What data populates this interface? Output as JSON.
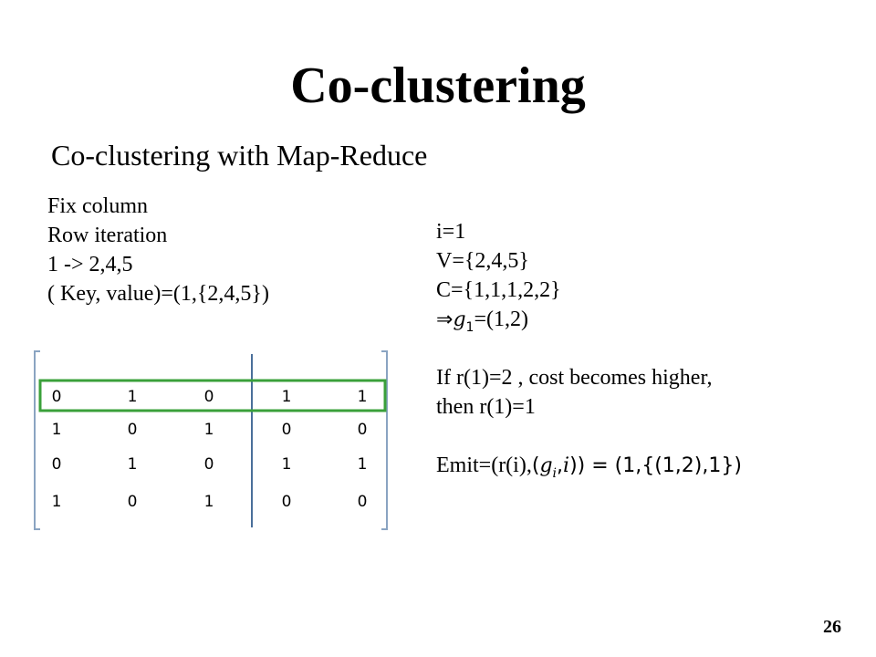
{
  "slide": {
    "title": "Co-clustering",
    "subtitle": "Co-clustering with Map-Reduce",
    "page_number": "26"
  },
  "left_text": {
    "line1": "Fix column",
    "line2": "Row iteration",
    "line3": "1 -> 2,4,5",
    "line4": "( Key, value)=(1,{2,4,5})"
  },
  "right_text": {
    "i_line": "i=1",
    "v_line": "V={2,4,5}",
    "c_line": "C={1,1,1,2,2}",
    "implies_symbol": "⇒",
    "g1_var": "g",
    "g1_sub": "1",
    "g1_value": "=(1,2)",
    "if_line": "If r(1)=2 , cost becomes higher,",
    "then_line": "then r(1)=1",
    "emit_prefix": "Emit=(r(i),",
    "emit_open_paren": "(",
    "emit_g": "g",
    "emit_sub": "i",
    "emit_comma": ",",
    "emit_i": "i",
    "emit_suffix": ")) = (1,{(1,2),1})"
  },
  "matrix": {
    "rows": [
      [
        "0",
        "1",
        "0",
        "1",
        "1"
      ],
      [
        "1",
        "0",
        "1",
        "0",
        "0"
      ],
      [
        "0",
        "1",
        "0",
        "1",
        "1"
      ],
      [
        "1",
        "0",
        "1",
        "0",
        "0"
      ]
    ],
    "highlighted_row_index": 0,
    "highlight_color": "#3aa03a",
    "divider_color": "#4a6f9a",
    "bracket_color": "#8aa4c2"
  }
}
